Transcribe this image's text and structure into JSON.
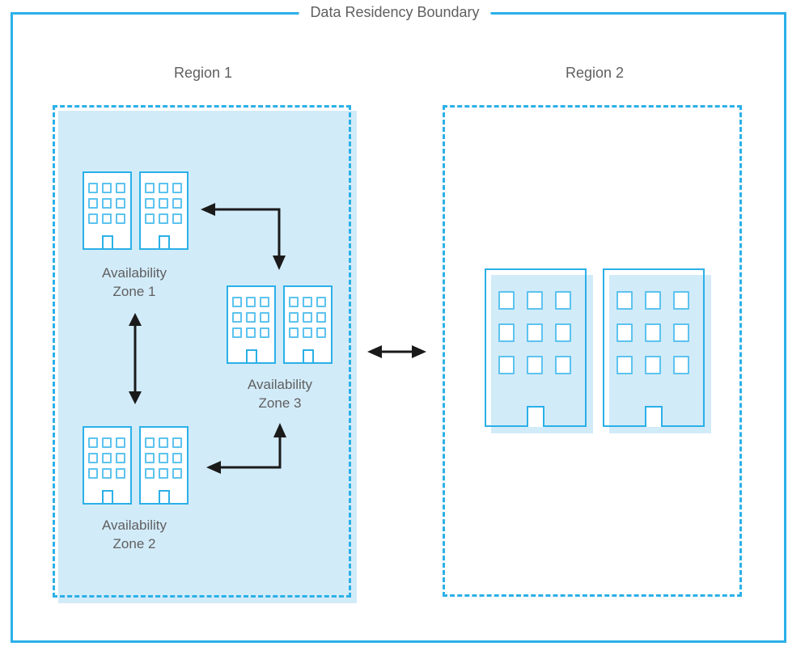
{
  "title": "Data Residency Boundary",
  "colors": {
    "accent_blue": "#2bb0e8",
    "window_blue": "#5cc3ef",
    "zone_fill": "#d2ebf9",
    "label_gray": "#5f5f5f",
    "arrow": "#1a1a1a"
  },
  "regions": {
    "region1": {
      "label": "Region 1",
      "zones": {
        "az1": {
          "line1": "Availability",
          "line2": "Zone 1"
        },
        "az2": {
          "line1": "Availability",
          "line2": "Zone 2"
        },
        "az3": {
          "line1": "Availability",
          "line2": "Zone 3"
        }
      }
    },
    "region2": {
      "label": "Region 2"
    }
  },
  "connections": [
    {
      "between": [
        "Availability Zone 1",
        "Availability Zone 2"
      ],
      "style": "double-headed-straight"
    },
    {
      "between": [
        "Availability Zone 3",
        "Availability Zone 1"
      ],
      "style": "double-headed-elbow"
    },
    {
      "between": [
        "Availability Zone 3",
        "Availability Zone 2"
      ],
      "style": "double-headed-elbow"
    },
    {
      "between": [
        "Region 1",
        "Region 2"
      ],
      "style": "double-headed-straight"
    }
  ]
}
